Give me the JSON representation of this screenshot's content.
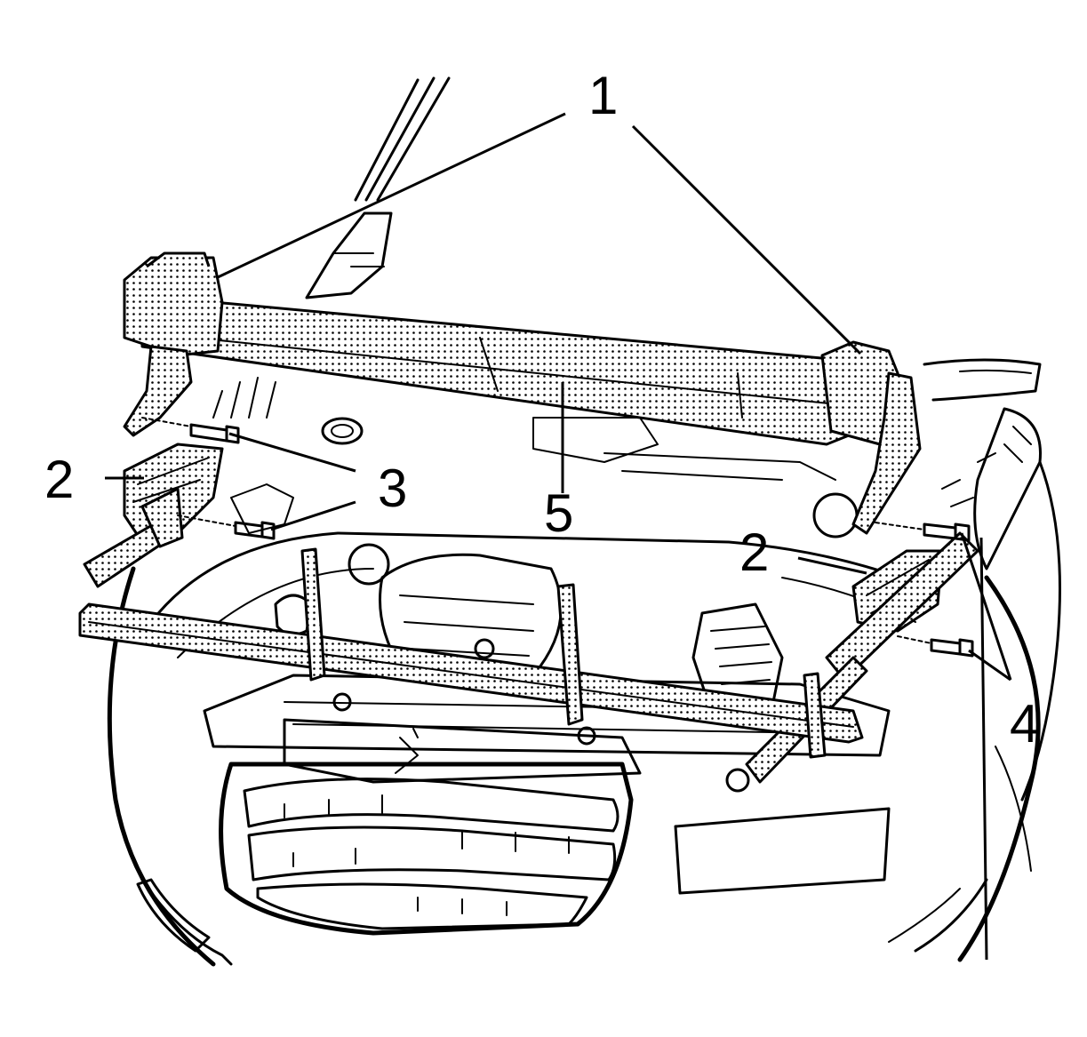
{
  "callouts": {
    "c1": "1",
    "c2_left": "2",
    "c3_upper": "3",
    "c3_lower": "3",
    "c5": "5",
    "c2_right": "2",
    "c4": "4"
  }
}
